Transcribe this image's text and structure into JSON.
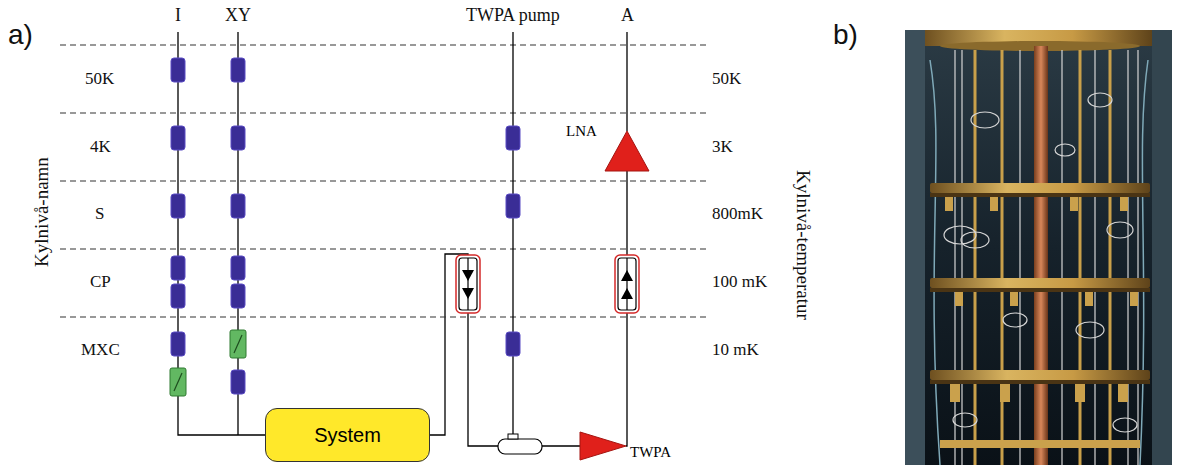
{
  "diagram": {
    "nodes": [
      {
        "text": [
          "LNA"
        ]
      },
      {
        "text": [
          "System"
        ]
      },
      {
        "text": [
          "TWPA"
        ]
      }
    ],
    "edges": [
      {
        "from": 1,
        "to": 2,
        "arrow": "none"
      },
      {
        "from": 2,
        "to": 0,
        "arrow": "none"
      }
    ],
    "labels": [
      "a)",
      "b)",
      "I",
      "XY",
      "TWPA pump",
      "A",
      "Kylnivå-namn",
      "50K",
      "4K",
      "S",
      "CP",
      "MXC",
      "Kylnivå-temperatur",
      "50K",
      "3K",
      "800mK",
      "100 mK",
      "10 mK"
    ]
  }
}
